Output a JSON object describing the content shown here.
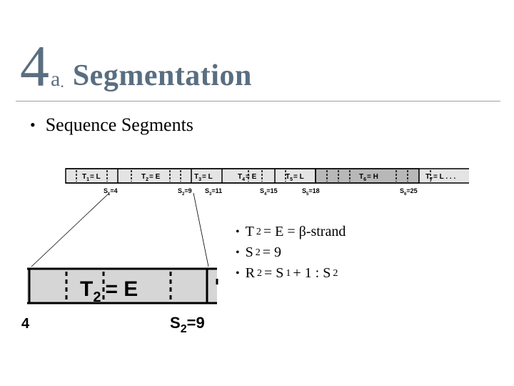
{
  "title": {
    "number": "4",
    "letter": "a",
    "dot": ".",
    "text": "Segmentation"
  },
  "bullet": {
    "mark": "•",
    "text": "Sequence Segments"
  },
  "diagram": {
    "strip_labels": [
      {
        "t": "T",
        "sub": "1",
        "rest": "= L"
      },
      {
        "t": "T",
        "sub": "2",
        "rest": "= E"
      },
      {
        "t": "T",
        "sub": "3",
        "rest": "= L"
      },
      {
        "t": "T",
        "sub": "4",
        "rest": "= E"
      },
      {
        "t": "T",
        "sub": "5",
        "rest": "= L"
      },
      {
        "t": "T",
        "sub": "6",
        "rest": "= H"
      },
      {
        "t": "T",
        "sub": "7",
        "rest": "= L . . ."
      }
    ],
    "s_labels": [
      {
        "s": "S",
        "sub": "1",
        "rest": "=4"
      },
      {
        "s": "S",
        "sub": "2",
        "rest": "=9"
      },
      {
        "s": "S",
        "sub": "3",
        "rest": "=11"
      },
      {
        "s": "S",
        "sub": "4",
        "rest": "=15"
      },
      {
        "s": "S",
        "sub": "5",
        "rest": "=18"
      },
      {
        "s": "S",
        "sub": "6",
        "rest": "=25"
      }
    ],
    "zoom_label": {
      "t": "T",
      "sub": "2",
      "rest": "= E"
    },
    "zoom_s_label": {
      "s": "S",
      "sub": "2",
      "rest": "=9"
    },
    "zoom_left_fragment": "4"
  },
  "sublist": [
    {
      "mark": "•",
      "a": "T",
      "a_sub": "2",
      "rest": "= E = β-strand"
    },
    {
      "mark": "•",
      "a": "S",
      "a_sub": "2",
      "rest": "= 9"
    },
    {
      "mark": "•",
      "a": "R",
      "a_sub": "2",
      "mid": "= S",
      "mid_sub": "1",
      "rest": "+ 1 : S",
      "end_sub": "2"
    }
  ]
}
